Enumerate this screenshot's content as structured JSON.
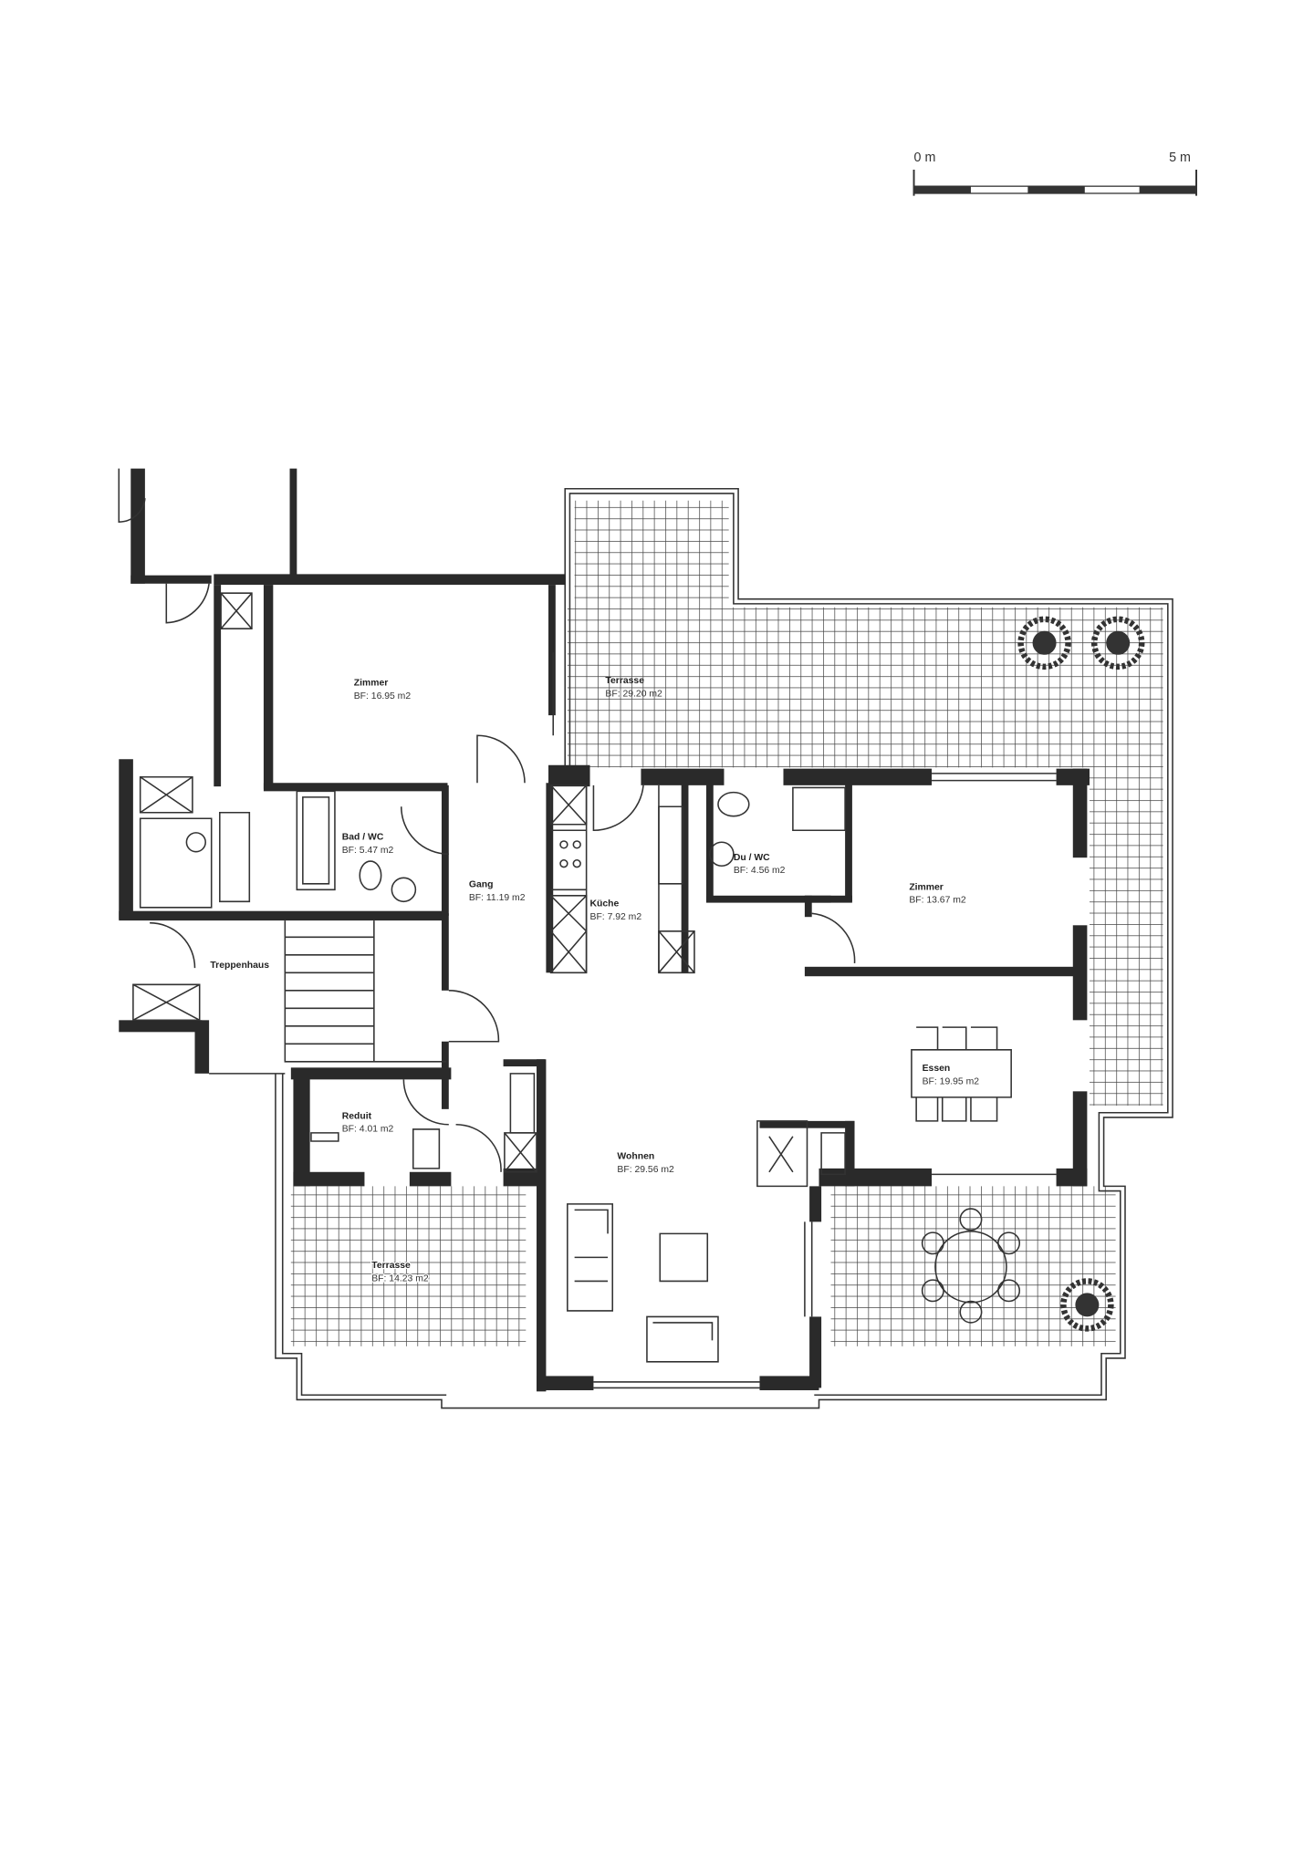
{
  "scale_bar": {
    "start_label": "0 m",
    "end_label": "5 m"
  },
  "rooms": {
    "zimmer_1": {
      "name": "Zimmer",
      "area": "BF:  16.95 m2"
    },
    "terrasse_1": {
      "name": "Terrasse",
      "area": "BF:  29.20 m2"
    },
    "bad_wc": {
      "name": "Bad / WC",
      "area": "BF:   5.47 m2"
    },
    "gang": {
      "name": "Gang",
      "area": "BF:   11.19 m2"
    },
    "kueche": {
      "name": "Küche",
      "area": "BF:   7.92 m2"
    },
    "du_wc": {
      "name": "Du / WC",
      "area": "BF:   4.56 m2"
    },
    "zimmer_2": {
      "name": "Zimmer",
      "area": "BF:   13.67 m2"
    },
    "treppenhaus": {
      "name": "Treppenhaus"
    },
    "essen": {
      "name": "Essen",
      "area": "BF:  19.95 m2"
    },
    "reduit": {
      "name": "Reduit",
      "area": "BF:   4.01 m2"
    },
    "wohnen": {
      "name": "Wohnen",
      "area": "BF:   29.56 m2"
    },
    "terrasse_2": {
      "name": "Terrasse",
      "area": "BF: 14.23 m2"
    }
  },
  "colors": {
    "wall": "#2a2a2a",
    "line": "#333333",
    "paper": "#ffffff"
  }
}
